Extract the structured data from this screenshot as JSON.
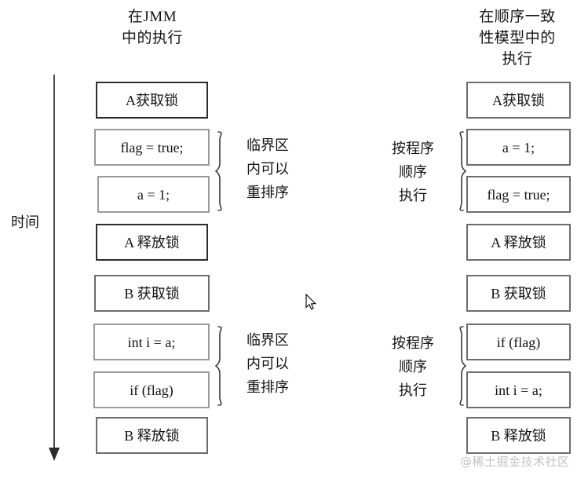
{
  "columns": {
    "left": {
      "title": "在JMM\n中的执行",
      "steps": [
        {
          "label": "A获取锁",
          "style": "dark"
        },
        {
          "label": "flag = true;",
          "style": "light"
        },
        {
          "label": "a = 1;",
          "style": "light"
        },
        {
          "label": "A 释放锁",
          "style": "dark"
        },
        {
          "label": "B 获取锁",
          "style": "mid"
        },
        {
          "label": "int i = a;",
          "style": "light"
        },
        {
          "label": "if (flag)",
          "style": "light"
        },
        {
          "label": "B 释放锁",
          "style": "mid"
        }
      ],
      "annotations": [
        {
          "text": "临界区\n内可以\n重排序"
        },
        {
          "text": "临界区\n内可以\n重排序"
        }
      ]
    },
    "right": {
      "title": "在顺序一致\n性模型中的\n执行",
      "steps": [
        {
          "label": "A获取锁",
          "style": "mid"
        },
        {
          "label": "a = 1;",
          "style": "mid"
        },
        {
          "label": "flag = true;",
          "style": "mid"
        },
        {
          "label": "A 释放锁",
          "style": "mid"
        },
        {
          "label": "B 获取锁",
          "style": "mid"
        },
        {
          "label": "if (flag)",
          "style": "mid"
        },
        {
          "label": "int i = a;",
          "style": "mid"
        },
        {
          "label": "B 释放锁",
          "style": "mid"
        }
      ],
      "annotations": [
        {
          "text": "按程序\n顺序\n执行"
        },
        {
          "text": "按程序\n顺序\n执行"
        }
      ]
    }
  },
  "axis": {
    "label": "时间",
    "direction": "downward"
  },
  "watermark": "@稀土掘金技术社区",
  "colors": {
    "border_dark": "#2e2e2e",
    "border_mid": "#6d6d6d",
    "border_light": "#9a9a9a",
    "text": "#141414",
    "axis": "#4a4a4a",
    "watermark": "#c3c3c3",
    "background": "#ffffff"
  }
}
